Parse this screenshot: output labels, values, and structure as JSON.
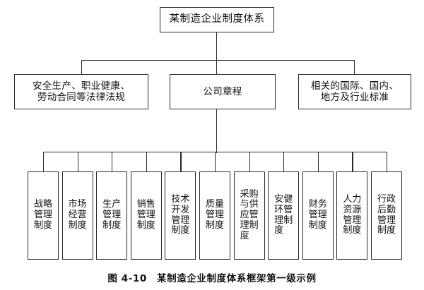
{
  "figure": {
    "caption": "图 4-10　某制造企业制度体系框架第一级示例",
    "caption_label": "图 4-10",
    "caption_title": "某制造企业制度体系框架第一级示例"
  },
  "diagram": {
    "type": "organization-tree",
    "root": {
      "label": "某制造企业制度体系"
    },
    "level2": [
      {
        "label": "安全生产、职业健康、\n劳动合同等法律法规"
      },
      {
        "label": "公司章程"
      },
      {
        "label": "相关的国际、国内、\n地方及行业标准"
      }
    ],
    "level3": [
      {
        "label": "战略管理制度",
        "chars": [
          "战",
          "略",
          "管",
          "理",
          "制",
          "度"
        ]
      },
      {
        "label": "市场经营制度",
        "chars": [
          "市",
          "场",
          "经",
          "营",
          "制",
          "度"
        ]
      },
      {
        "label": "生产管理制度",
        "chars": [
          "生",
          "产",
          "管",
          "理",
          "制",
          "度"
        ]
      },
      {
        "label": "销售管理制度",
        "chars": [
          "销",
          "售",
          "管",
          "理",
          "制",
          "度"
        ]
      },
      {
        "label": "技术开发管理制度",
        "chars": [
          "技",
          "术",
          "开",
          "发",
          "管",
          "理",
          "制",
          "度"
        ]
      },
      {
        "label": "质量管理制度",
        "chars": [
          "质",
          "量",
          "管",
          "理",
          "制",
          "度"
        ]
      },
      {
        "label": "采购与供应管理制度",
        "chars": [
          "采",
          "购",
          "与",
          "供",
          "应",
          "管",
          "理",
          "制",
          "度"
        ]
      },
      {
        "label": "安健环管理制度",
        "chars": [
          "安",
          "健",
          "环",
          "管",
          "理",
          "制",
          "度"
        ]
      },
      {
        "label": "财务管理制度",
        "chars": [
          "财",
          "务",
          "管",
          "理",
          "制",
          "度"
        ]
      },
      {
        "label": "人力资源管理制度",
        "chars": [
          "人",
          "力",
          "资",
          "源",
          "管",
          "理",
          "制",
          "度"
        ]
      },
      {
        "label": "行政后勤管理制度",
        "chars": [
          "行",
          "政",
          "后",
          "勤",
          "管",
          "理",
          "制",
          "度"
        ]
      }
    ]
  },
  "colors": {
    "line": "#2a2a2a",
    "box_fill": "#ffffff",
    "text": "#111111",
    "background": "#ffffff"
  }
}
